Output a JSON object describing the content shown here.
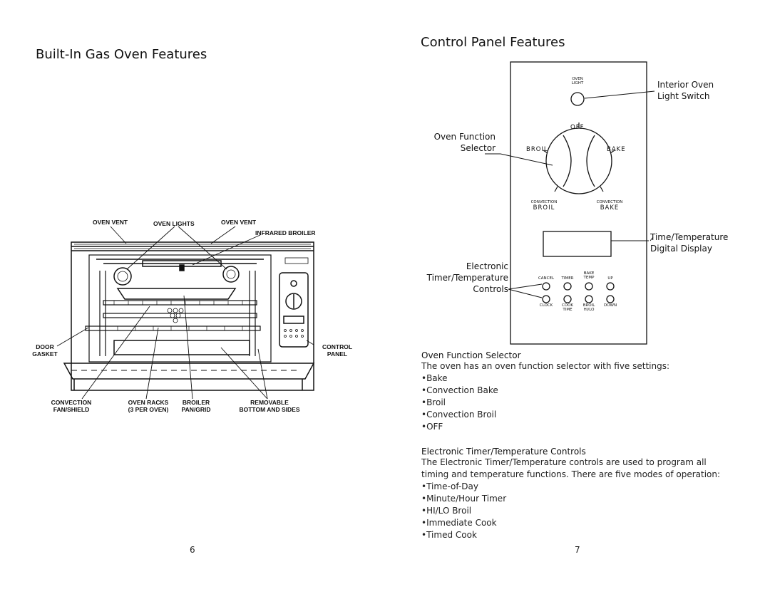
{
  "left_page": {
    "title": "Built-In Gas Oven Features",
    "page_number": "6",
    "labels": {
      "oven_vent_left": "OVEN VENT",
      "oven_lights": "OVEN LIGHTS",
      "oven_vent_right": "OVEN VENT",
      "infrared_broiler": "INFRARED BROILER",
      "door_gasket_1": "DOOR",
      "door_gasket_2": "GASKET",
      "control_panel_1": "CONTROL",
      "control_panel_2": "PANEL",
      "convection_1": "CONVECTION",
      "convection_2": "FAN/SHIELD",
      "oven_racks_1": "OVEN RACKS",
      "oven_racks_2": "(3 PER OVEN)",
      "broiler_1": "BROILER",
      "broiler_2": "PAN/GRID",
      "removable_1": "REMOVABLE",
      "removable_2": "BOTTOM AND SIDES"
    }
  },
  "right_page": {
    "title": "Control Panel Features",
    "page_number": "7",
    "callouts": {
      "light_switch_1": "Interior Oven",
      "light_switch_2": "Light Switch",
      "function_selector_1": "Oven Function",
      "function_selector_2": "Selector",
      "display_1": "Time/Temperature",
      "display_2": "Digital Display",
      "timer_controls_1": "Electronic",
      "timer_controls_2": "Timer/Temperature",
      "timer_controls_3": "Controls"
    },
    "panel": {
      "oven_light_1": "OVEN",
      "oven_light_2": "LIGHT",
      "dial_off": "OFF",
      "dial_broil": "BROIL",
      "dial_bake": "BAKE",
      "dial_conv_broil_small": "CONVECTION",
      "dial_conv_broil": "BROIL",
      "dial_conv_bake_small": "CONVECTION",
      "dial_conv_bake": "BAKE",
      "btn_cancel": "CANCEL",
      "btn_timer": "TIMER",
      "btn_bake_temp_1": "BAKE",
      "btn_bake_temp_2": "TEMP",
      "btn_up": "UP",
      "btn_clock": "CLOCK",
      "btn_cook_time_1": "COOK",
      "btn_cook_time_2": "TIME",
      "btn_broil_1": "BROIL",
      "btn_broil_2": "HI/LO",
      "btn_down": "DOWN"
    },
    "section1": {
      "heading": "Oven Function Selector",
      "text": "The oven has an oven function selector with five settings:",
      "items": [
        "Bake",
        "Convection Bake",
        "Broil",
        "Convection Broil",
        "OFF"
      ]
    },
    "section2": {
      "heading": "Electronic Timer/Temperature Controls",
      "text_1": "The Electronic Timer/Temperature controls are used to program all",
      "text_2": "timing and temperature functions.  There are five modes of operation:",
      "items": [
        "Time-of-Day",
        "Minute/Hour Timer",
        "HI/LO Broil",
        "Immediate Cook",
        "Timed Cook"
      ]
    }
  }
}
